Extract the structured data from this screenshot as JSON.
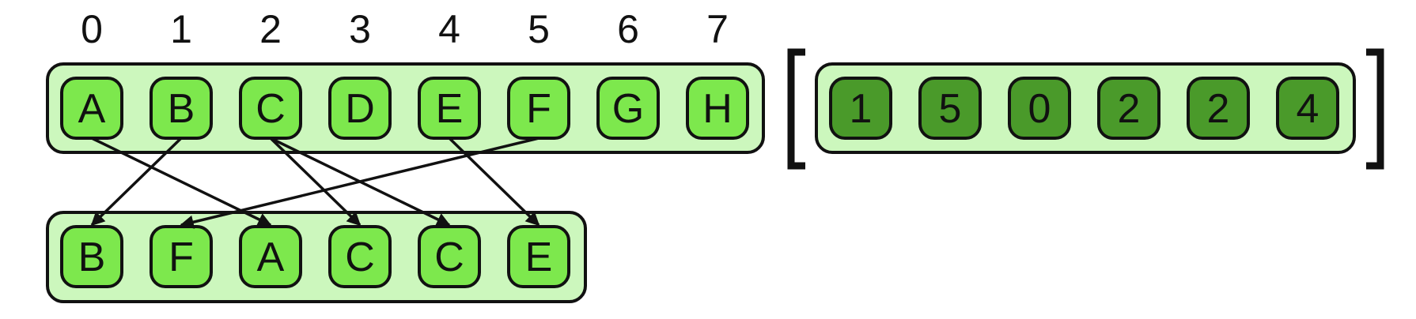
{
  "source_array": {
    "indices": [
      "0",
      "1",
      "2",
      "3",
      "4",
      "5",
      "6",
      "7"
    ],
    "cells": [
      "A",
      "B",
      "C",
      "D",
      "E",
      "F",
      "G",
      "H"
    ]
  },
  "index_array": {
    "cells": [
      "1",
      "5",
      "0",
      "2",
      "2",
      "4"
    ]
  },
  "gathered_array": {
    "cells": [
      "B",
      "F",
      "A",
      "C",
      "C",
      "E"
    ]
  },
  "arrows": [
    {
      "from": 0,
      "to": 2
    },
    {
      "from": 1,
      "to": 0
    },
    {
      "from": 2,
      "to": 3
    },
    {
      "from": 2,
      "to": 4
    },
    {
      "from": 4,
      "to": 5
    },
    {
      "from": 5,
      "to": 1
    }
  ],
  "colors": {
    "container_fill": "#ccf7bd",
    "cell_fill": "#7de84d",
    "index_cell_fill": "#4a9a2a",
    "stroke": "#111111"
  }
}
